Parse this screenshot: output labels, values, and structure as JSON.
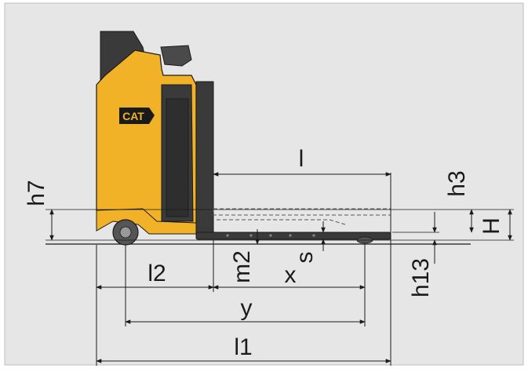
{
  "logo": {
    "text": "CAT"
  },
  "labels": {
    "l": "l",
    "h7": "h7",
    "h3": "h3",
    "H": "H",
    "l2": "l2",
    "m2": "m2",
    "s": "s",
    "x": "x",
    "h13": "h13",
    "y": "y",
    "l1": "l1"
  },
  "colors": {
    "background": "#e6e6e6",
    "body_yellow": "#f2b227",
    "dark": "#3a3a3a",
    "line": "#1a1a1a"
  }
}
